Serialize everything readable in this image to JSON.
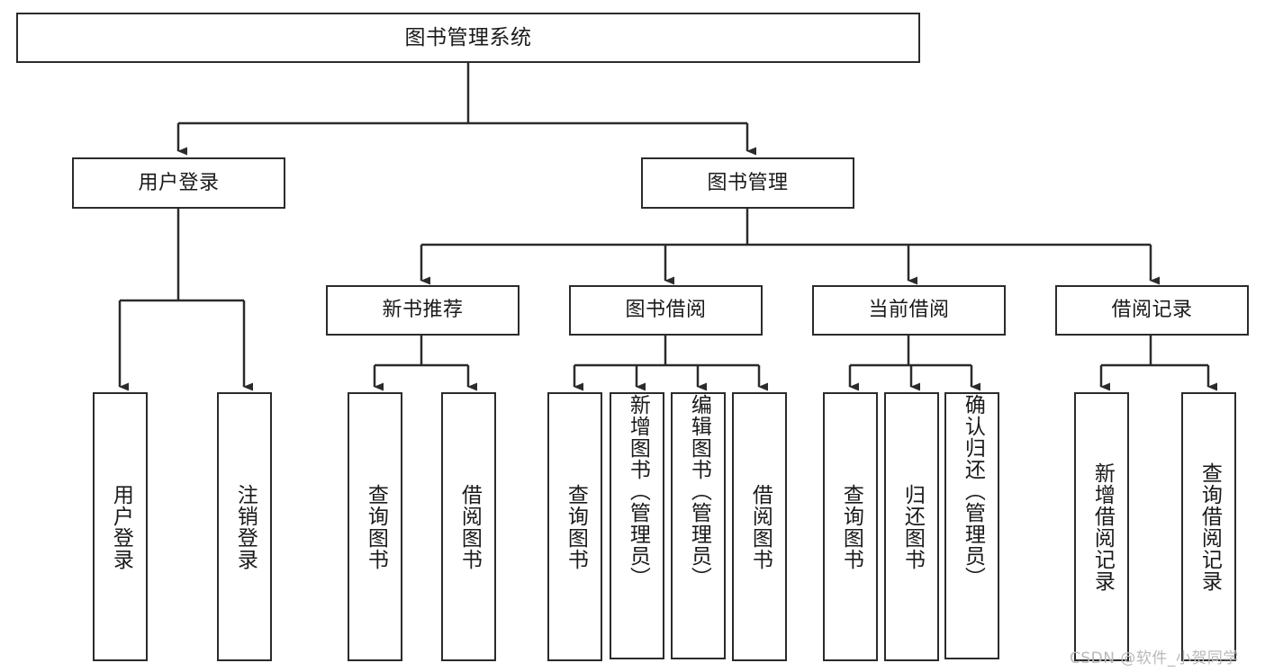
{
  "diagram": {
    "title": "图书管理系统",
    "type": "tree-hierarchy-diagram",
    "background": "#ffffff",
    "border_color": "#2b2b2b",
    "text_color": "#1a1a1a"
  },
  "nodes": {
    "root": {
      "label": "图书管理系统"
    },
    "level1": [
      {
        "id": "user-login",
        "label": "用户登录"
      },
      {
        "id": "book-manage",
        "label": "图书管理"
      }
    ],
    "level2": [
      {
        "id": "new-book-recommend",
        "label": "新书推荐"
      },
      {
        "id": "book-borrow",
        "label": "图书借阅"
      },
      {
        "id": "current-borrow",
        "label": "当前借阅"
      },
      {
        "id": "borrow-record",
        "label": "借阅记录"
      }
    ],
    "leaves": {
      "user_login": [
        {
          "id": "leaf-user-login",
          "label": "用户登录"
        },
        {
          "id": "leaf-logout-login",
          "label": "注销登录"
        }
      ],
      "new_book_recommend": [
        {
          "id": "leaf-query-book-1",
          "label": "查询图书"
        },
        {
          "id": "leaf-borrow-book-1",
          "label": "借阅图书"
        }
      ],
      "book_borrow": [
        {
          "id": "leaf-query-book-2",
          "label": "查询图书"
        },
        {
          "id": "leaf-add-book",
          "label": "新增图书（管理员）"
        },
        {
          "id": "leaf-edit-book",
          "label": "编辑图书（管理员）"
        },
        {
          "id": "leaf-borrow-book-2",
          "label": "借阅图书"
        }
      ],
      "current_borrow": [
        {
          "id": "leaf-query-book-3",
          "label": "查询图书"
        },
        {
          "id": "leaf-return-book",
          "label": "归还图书"
        },
        {
          "id": "leaf-confirm-return",
          "label": "确认归还（管理员）"
        }
      ],
      "borrow_record": [
        {
          "id": "leaf-add-record",
          "label": "新增借阅记录"
        },
        {
          "id": "leaf-query-record",
          "label": "查询借阅记录"
        }
      ]
    }
  },
  "watermark": {
    "text": "CSDN @软件_小贺同学"
  }
}
